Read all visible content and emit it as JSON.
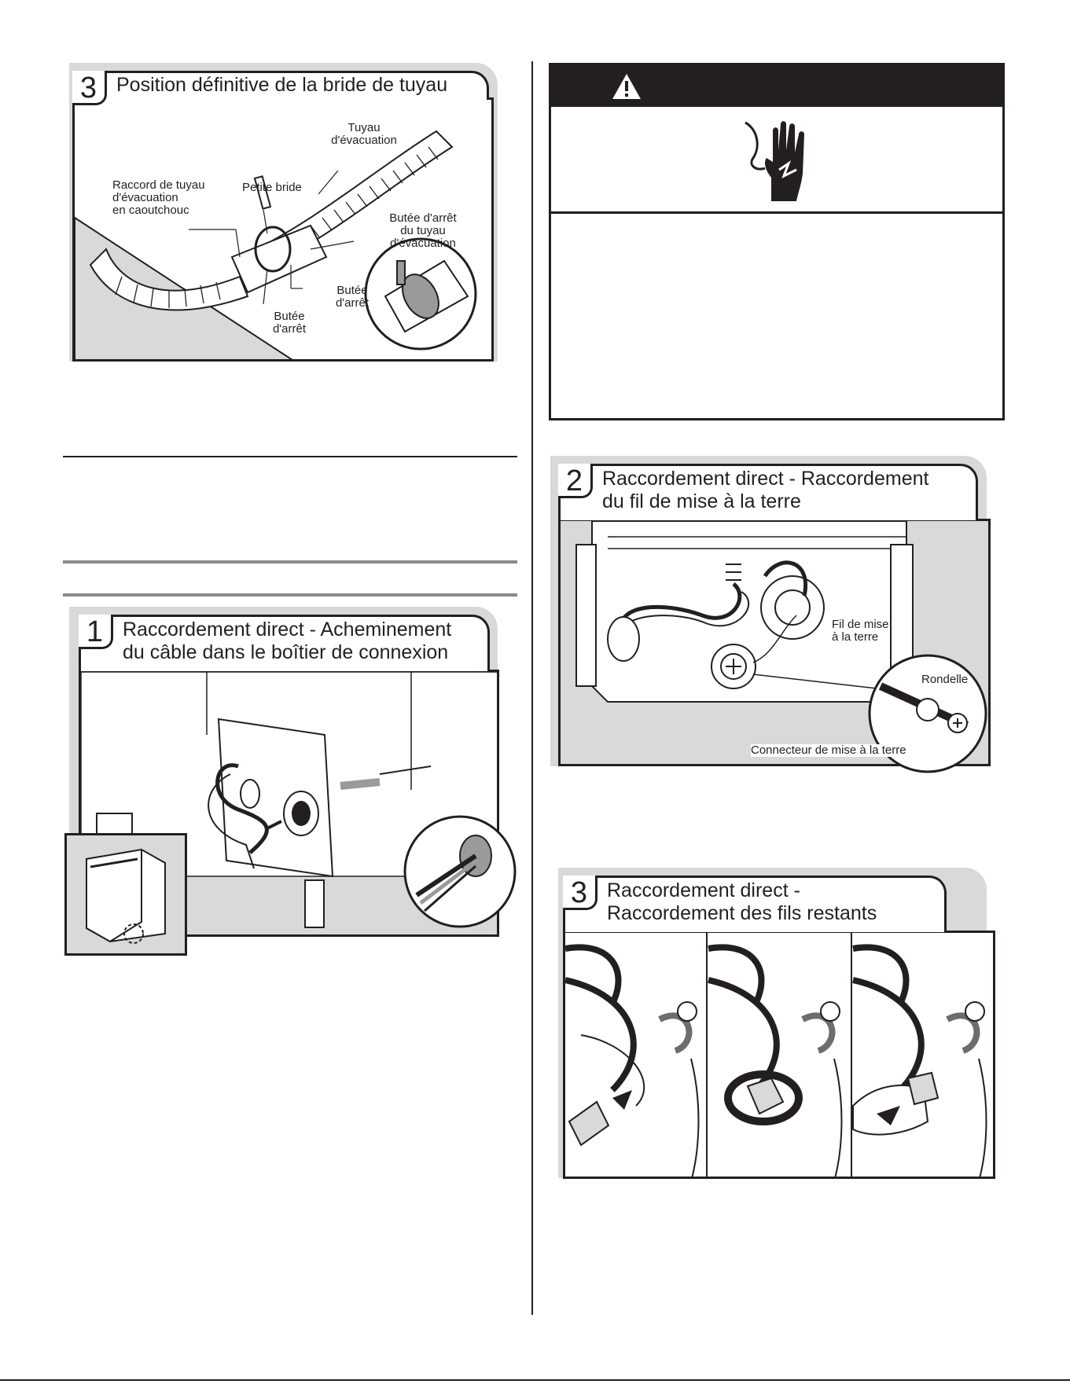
{
  "figures": {
    "hose_clamp": {
      "number": "3",
      "title": "Position définitive de la bride de tuyau",
      "labels": {
        "drain_hose": [
          "Tuyau",
          "d'évacuation"
        ],
        "rubber_connector": [
          "Raccord de tuyau",
          "d'évacuation",
          "en caoutchouc"
        ],
        "small_clamp": "Petite bride",
        "hose_stop": [
          "Butée d'arrêt",
          "du tuyau",
          "d'évacuation"
        ],
        "stop_right": [
          "Butée",
          "d'arrêt"
        ],
        "stop_left": [
          "Butée",
          "d'arrêt"
        ]
      }
    },
    "routing": {
      "number": "1",
      "title": [
        "Raccordement direct - Acheminement",
        "du câble dans le boîtier de connexion"
      ]
    },
    "ground": {
      "number": "2",
      "title": [
        "Raccordement direct - Raccordement",
        "du fil de mise à la terre"
      ],
      "labels": {
        "ground_wire": [
          "Fil de mise",
          "à la terre"
        ],
        "washer": "Rondelle",
        "ground_connector": "Connecteur de mise à la terre"
      }
    },
    "remaining": {
      "number": "3",
      "title": [
        "Raccordement direct -",
        "Raccordement des fils restants"
      ]
    }
  },
  "warning": {
    "icon": "warning-triangle-icon",
    "symbol": "electric-shock-hand-icon",
    "colors": {
      "header": "#231f20",
      "border": "#231f20"
    }
  }
}
